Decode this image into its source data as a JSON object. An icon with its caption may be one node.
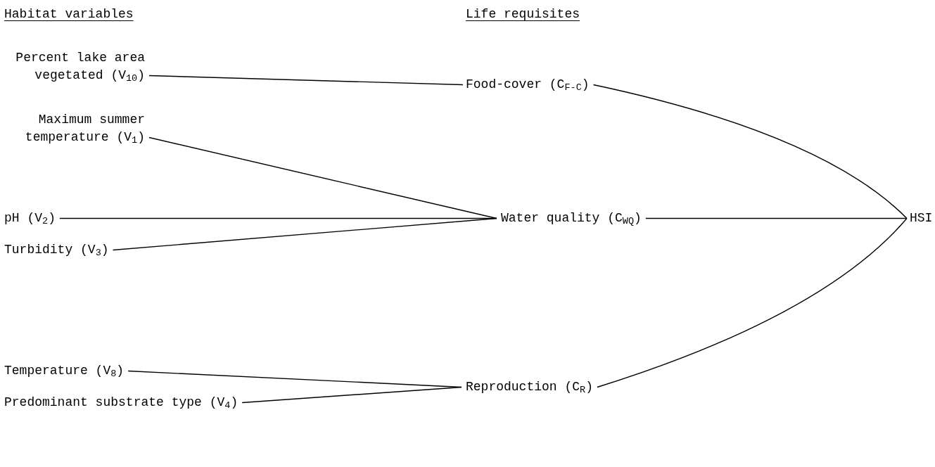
{
  "diagram": {
    "nodes": [
      {
        "text": [
          "Percent lake area vegetated (V$_{10}$)"
        ]
      },
      {
        "text": [
          "Maximum summer temperature (V$_{1}$)"
        ]
      },
      {
        "text": [
          "pH (V$_{2}$)"
        ]
      },
      {
        "text": [
          "Turbidity (V$_{3}$)"
        ]
      },
      {
        "text": [
          "Temperature (V$_{8}$)"
        ]
      },
      {
        "text": [
          "Predominant substrate type (V$_{4}$)"
        ]
      },
      {
        "text": [
          "Food-cover (C$_{F-C}$)"
        ]
      },
      {
        "text": [
          "Water quality (C$_{WQ}$)"
        ]
      },
      {
        "text": [
          "Reproduction (C$_{R}$)"
        ]
      },
      {
        "text": [
          "HSI"
        ]
      }
    ],
    "edges": [
      {
        "from": 0,
        "to": 6,
        "arrow": "none"
      },
      {
        "from": 1,
        "to": 7,
        "arrow": "none"
      },
      {
        "from": 2,
        "to": 7,
        "arrow": "none"
      },
      {
        "from": 3,
        "to": 7,
        "arrow": "none"
      },
      {
        "from": 4,
        "to": 8,
        "arrow": "none"
      },
      {
        "from": 5,
        "to": 8,
        "arrow": "none"
      },
      {
        "from": 6,
        "to": 9,
        "arrow": "none"
      },
      {
        "from": 7,
        "to": 9,
        "arrow": "none"
      },
      {
        "from": 8,
        "to": 9,
        "arrow": "none"
      }
    ],
    "labels": [
      "Habitat variables",
      "Life requisites"
    ]
  }
}
